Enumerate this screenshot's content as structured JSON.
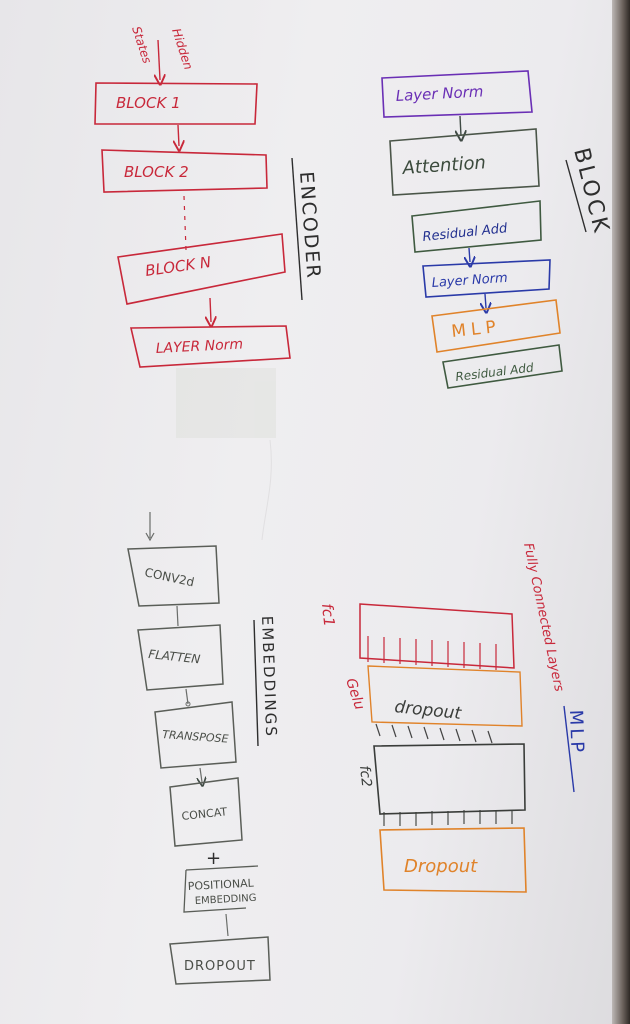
{
  "colors": {
    "red": "#c8283a",
    "purple": "#6a2fb5",
    "green": "#3f5a40",
    "blue": "#2a3aa8",
    "orange": "#e0832a",
    "gray": "#555a55",
    "darkblue": "#22308f"
  },
  "encoder": {
    "title": "ENCODER",
    "input_label_1": "Hidden",
    "input_label_2": "States",
    "block1": "BLOCK 1",
    "block2": "BLOCK 2",
    "blockN": "BLOCK N",
    "layernorm": "LAYER Norm"
  },
  "block": {
    "title": "BLOCK",
    "layernorm1": "Layer Norm",
    "attention": "Attention",
    "residual1": "Residual Add",
    "layernorm2": "Layer Norm",
    "mlp": "MLP",
    "residual2": "Residual Add"
  },
  "embeddings": {
    "title": "EMBEDDINGS",
    "conv2d": "CONV2d",
    "flatten": "FLATTEN",
    "transpose": "TRANSPOSE",
    "concat": "CONCAT",
    "positional_1": "POSITIONAL",
    "positional_2": "EMBEDDING",
    "plus": "+",
    "dropout": "DROPOUT"
  },
  "mlp": {
    "title": "MLP",
    "subtitle": "Fully Connected Layers",
    "fc1": "fc1",
    "gelu": "Gelu",
    "dropout1": "dropout",
    "fc2": "fc2",
    "dropout2": "Dropout"
  }
}
